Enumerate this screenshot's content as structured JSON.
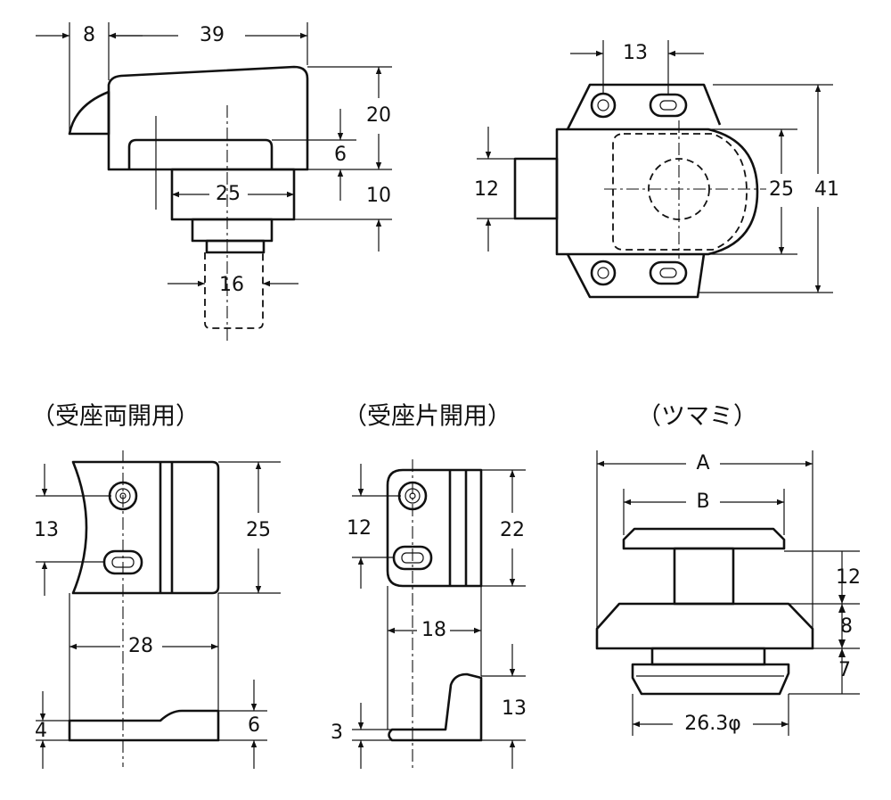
{
  "front_view": {
    "dims": {
      "nose": "8",
      "length": "39",
      "height": "20",
      "slot": "6",
      "block_h": "10",
      "block_w": "25",
      "shaft": "16"
    }
  },
  "side_view": {
    "dims": {
      "hole_pitch": "13",
      "tab": "12",
      "body_h": "25",
      "total_h": "41"
    }
  },
  "strike_double": {
    "title": "（受座両開用）",
    "dims": {
      "hole_pitch": "13",
      "height": "25",
      "width": "28",
      "base": "4",
      "step": "6"
    }
  },
  "strike_single": {
    "title": "（受座片開用）",
    "dims": {
      "hole_pitch": "12",
      "height": "22",
      "width": "18",
      "base": "3",
      "lip": "13"
    }
  },
  "knob": {
    "title": "（ツマミ）",
    "dims": {
      "a": "A",
      "b": "B",
      "h1": "12",
      "h2": "8",
      "h3": "7",
      "dia": "26.3φ"
    }
  }
}
